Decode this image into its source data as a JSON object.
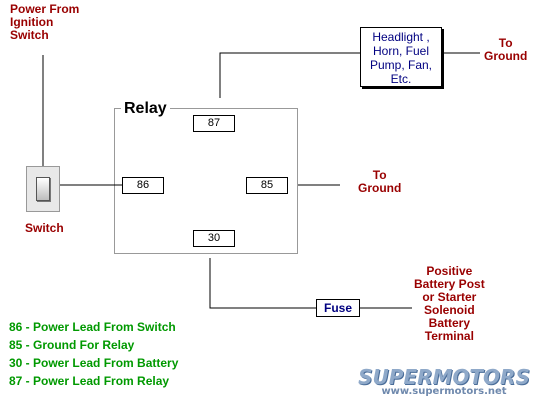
{
  "labels": {
    "power_from_ignition": "Power From\nIgnition\nSwitch",
    "switch": "Switch",
    "relay": "Relay",
    "to_ground_right": "To\nGround",
    "to_ground_top": "To\nGround",
    "positive_battery": "Positive\nBattery Post\nor Starter\nSolenoid\nBattery\nTerminal"
  },
  "load": "Headlight ,\nHorn, Fuel\nPump, Fan,\nEtc.",
  "fuse": "Fuse",
  "pins": {
    "p87": "87",
    "p86": "86",
    "p85": "85",
    "p30": "30"
  },
  "legend": [
    "86 - Power Lead From Switch",
    "85 - Ground For Relay",
    "30 - Power Lead From Battery",
    "87 - Power Lead From Relay"
  ],
  "watermark": {
    "logo": "SUPERMOTORS",
    "url": "www.supermotors.net"
  },
  "colors": {
    "label_red": "#990000",
    "legend_green": "#009900",
    "load_text_blue": "#000080"
  }
}
